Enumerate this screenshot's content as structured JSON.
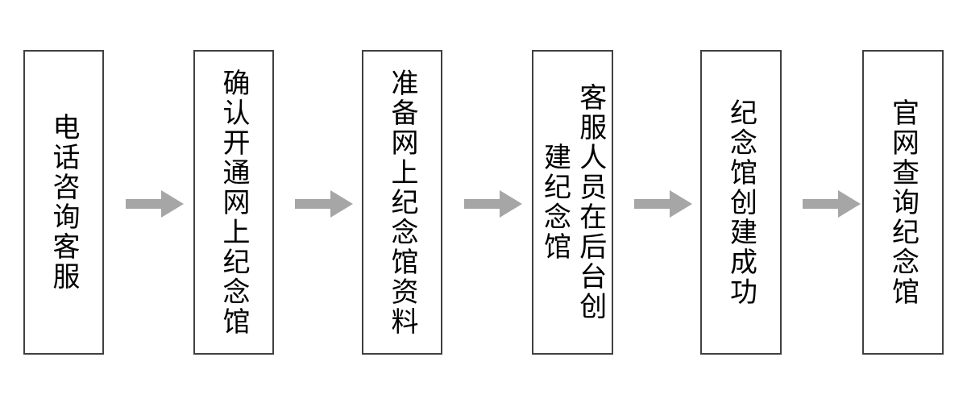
{
  "diagram": {
    "type": "flowchart",
    "orientation": "left-to-right",
    "text_direction": "vertical-rl",
    "background_color": "#ffffff",
    "node_border_color": "#404040",
    "node_fill_color": "#ffffff",
    "text_color": "#000000",
    "arrow_color": "#a6a6a6",
    "nodes": [
      {
        "id": "step-1",
        "step": 1,
        "label": "电话咨询客服"
      },
      {
        "id": "step-2",
        "step": 2,
        "label": "确认开通网上纪念馆"
      },
      {
        "id": "step-3",
        "step": 3,
        "label": "准备网上纪念馆资料"
      },
      {
        "id": "step-4",
        "step": 4,
        "label": "客服人员在后台创建纪念馆"
      },
      {
        "id": "step-5",
        "step": 5,
        "label": "纪念馆创建成功"
      },
      {
        "id": "step-6",
        "step": 6,
        "label": "官网查询纪念馆"
      }
    ],
    "connectors": [
      {
        "id": "arrow-1",
        "from": "step-1",
        "to": "step-2",
        "glyph": "right-arrow"
      },
      {
        "id": "arrow-2",
        "from": "step-2",
        "to": "step-3",
        "glyph": "right-arrow"
      },
      {
        "id": "arrow-3",
        "from": "step-3",
        "to": "step-4",
        "glyph": "right-arrow"
      },
      {
        "id": "arrow-4",
        "from": "step-4",
        "to": "step-5",
        "glyph": "right-arrow"
      },
      {
        "id": "arrow-5",
        "from": "step-5",
        "to": "step-6",
        "glyph": "right-arrow"
      }
    ]
  }
}
